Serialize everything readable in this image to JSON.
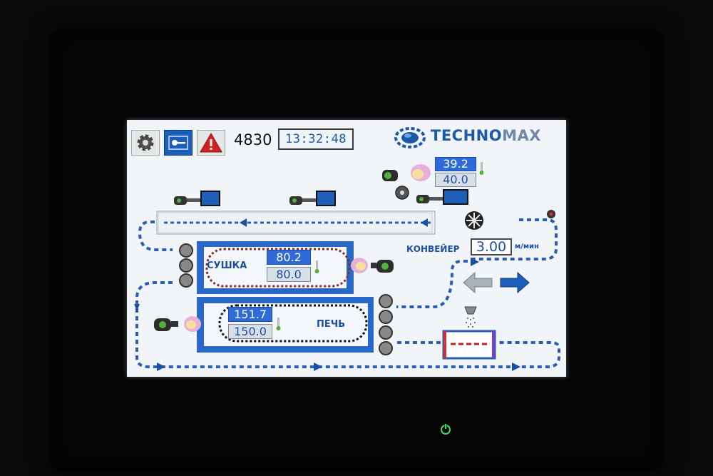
{
  "header": {
    "counter": "4830",
    "clock": "13:32:48",
    "brand_part1": "TECHNO",
    "brand_part2": "MAX"
  },
  "burner_top": {
    "actual": "39.2",
    "setpoint": "40.0"
  },
  "dryer": {
    "label": "СУШКА",
    "actual": "80.2",
    "setpoint": "80.0"
  },
  "oven": {
    "label": "ПЕЧЬ",
    "actual": "151.7",
    "setpoint": "150.0"
  },
  "conveyor": {
    "label": "КОНВЕЙЕР",
    "speed": "3.00",
    "unit": "м/мин"
  },
  "colors": {
    "accent_blue": "#2f6bd8",
    "dark_blue": "#1b4fa3",
    "chamber_blue": "#2a68c8",
    "warning_red": "#d42020"
  },
  "icons": [
    "gear-icon",
    "key-icon",
    "warning-icon",
    "logo-gear-icon",
    "burner-icon",
    "fan-icon",
    "motor-icon",
    "thermometer-icon",
    "arrow-left-icon",
    "arrow-right-icon",
    "spray-icon",
    "power-icon"
  ]
}
